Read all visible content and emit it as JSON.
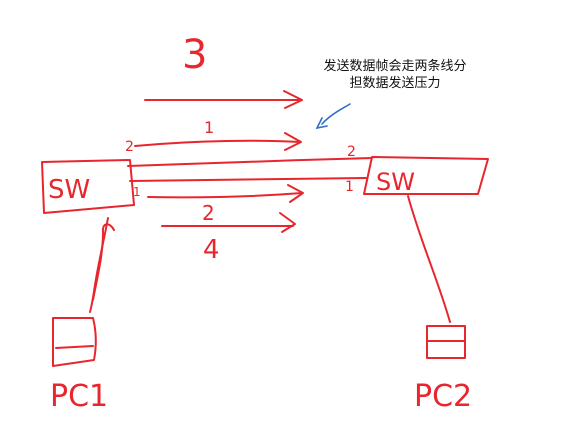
{
  "colors": {
    "ink": "#e8262d",
    "annotation_arrow": "#2f6fc6",
    "annotation_text": "#111111",
    "background": "#ffffff"
  },
  "switches": [
    {
      "label": "SW"
    },
    {
      "label": "SW"
    }
  ],
  "hosts": [
    {
      "label": "PC1"
    },
    {
      "label": "PC2"
    }
  ],
  "port_labels": {
    "left_upper": "2",
    "left_lower": "1",
    "right_upper": "2",
    "right_lower": "1"
  },
  "arrow_labels": {
    "top": "3",
    "upper_mid": "1",
    "lower_mid": "2",
    "bottom": "4"
  },
  "annotation": {
    "line1": "发送数据帧会走两条线分",
    "line2": "担数据发送压力"
  }
}
